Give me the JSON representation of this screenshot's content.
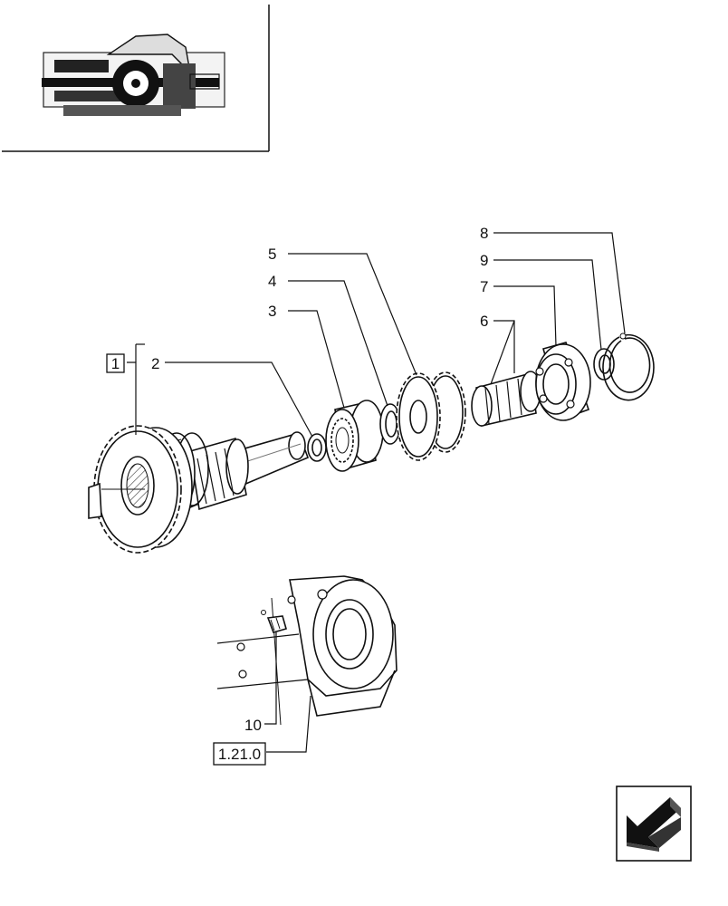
{
  "labels": {
    "part_1": "1",
    "part_2": "2",
    "part_3": "3",
    "part_4": "4",
    "part_5": "5",
    "part_6": "6",
    "part_7": "7",
    "part_8": "8",
    "part_9": "9",
    "part_10": "10",
    "ref_box": "1.21.0"
  },
  "icons": {
    "nav": "arrow-back-down-left-icon"
  }
}
